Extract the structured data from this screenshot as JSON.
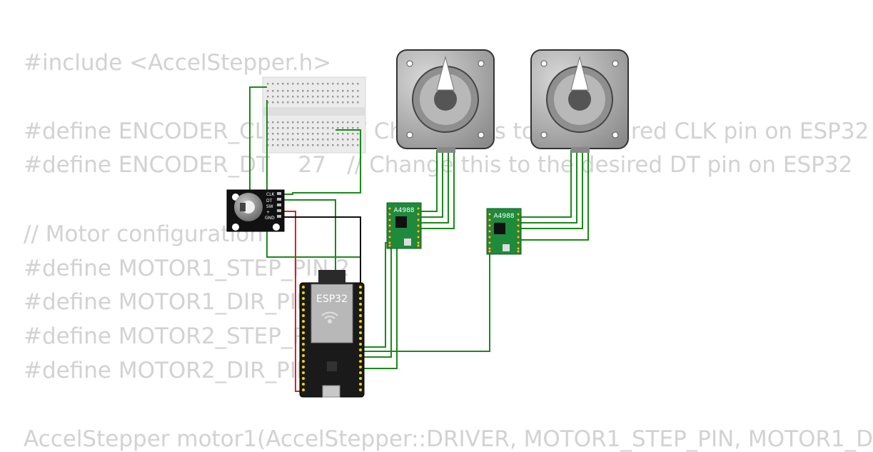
{
  "code_lines": [
    "#include <AccelStepper.h>",
    "",
    "#define ENCODER_CLK   26   // Change this to the desired CLK pin on ESP32",
    "#define ENCODER_DT    27   // Change this to the desired DT pin on ESP32",
    "",
    "// Motor configuration",
    "#define MOTOR1_STEP_PIN 2",
    "#define MOTOR1_DIR_PIN",
    "#define MOTOR2_STEP_P",
    "#define MOTOR2_DIR_PIN",
    "",
    "AccelStepper motor1(AccelStepper::DRIVER, MOTOR1_STEP_PIN, MOTOR1_D"
  ],
  "components": {
    "encoder": {
      "pin_labels": [
        "CLK",
        "DT",
        "SW",
        "+",
        "GND"
      ]
    },
    "esp32": {
      "label": "ESP32"
    },
    "driver1": {
      "label": "A4988"
    },
    "driver2": {
      "label": "A4988"
    }
  },
  "colors": {
    "code_text": "#d2d2d2",
    "wire_green": "#1a8a1a",
    "wire_red": "#e02020",
    "wire_black": "#111111",
    "driver_board": "#1e8a3c",
    "esp32_board": "#1a1a1a",
    "motor_body": "#b4b4b4"
  }
}
